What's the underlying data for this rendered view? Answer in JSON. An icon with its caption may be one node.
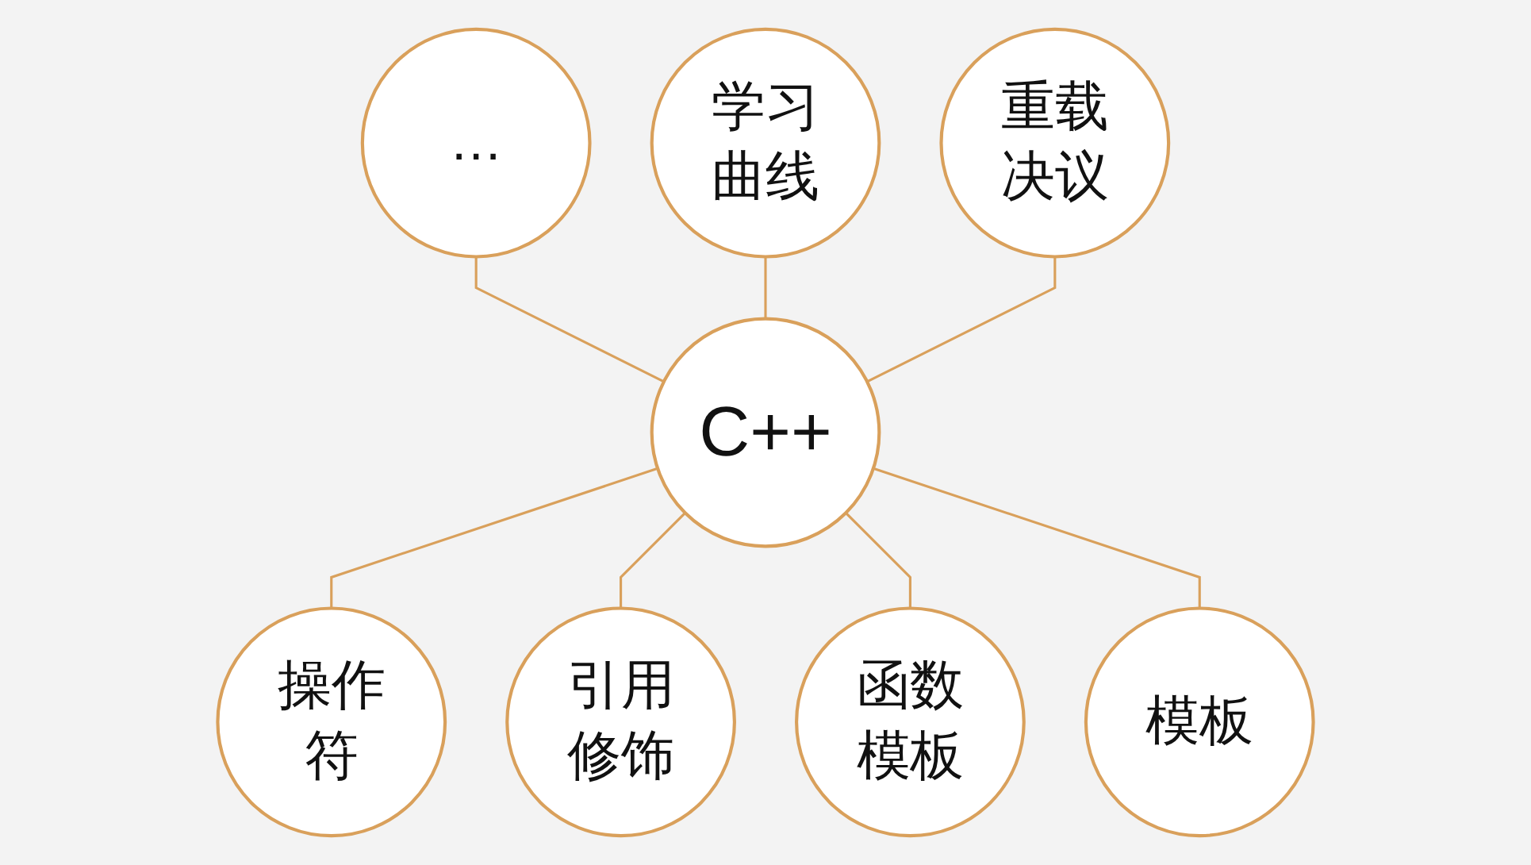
{
  "diagram": {
    "nodes": [
      {
        "text": [
          "学习曲线"
        ]
      },
      {
        "text": [
          "…"
        ]
      },
      {
        "text": [
          "重载决议"
        ]
      },
      {
        "text": [
          "C++"
        ]
      },
      {
        "text": [
          "操作符"
        ]
      },
      {
        "text": [
          "模板"
        ]
      },
      {
        "text": [
          "引用修饰"
        ]
      },
      {
        "text": [
          "函数模板"
        ]
      }
    ],
    "edges": [
      {
        "from": 1,
        "to": 3,
        "arrow": "none"
      },
      {
        "from": 0,
        "to": 3,
        "arrow": "none"
      },
      {
        "from": 2,
        "to": 3,
        "arrow": "none"
      },
      {
        "from": 3,
        "to": 4,
        "arrow": "none"
      },
      {
        "from": 3,
        "to": 6,
        "arrow": "none"
      },
      {
        "from": 3,
        "to": 7,
        "arrow": "none"
      },
      {
        "from": 3,
        "to": 5,
        "arrow": "none"
      }
    ]
  }
}
